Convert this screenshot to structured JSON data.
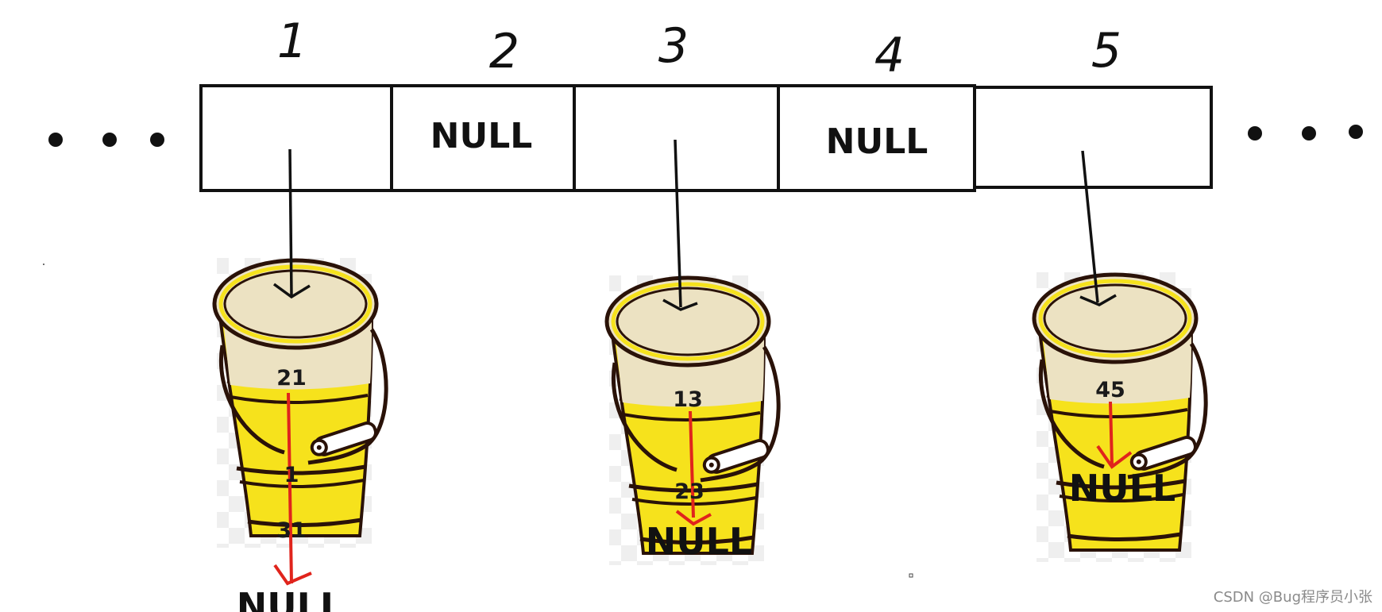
{
  "slots": [
    {
      "index": "1",
      "content": ""
    },
    {
      "index": "2",
      "content": "NULL"
    },
    {
      "index": "3",
      "content": ""
    },
    {
      "index": "4",
      "content": "NULL"
    },
    {
      "index": "5",
      "content": ""
    }
  ],
  "buckets": [
    {
      "slot": "1",
      "values": [
        "21",
        "1",
        "31"
      ],
      "end": "NULL"
    },
    {
      "slot": "3",
      "values": [
        "13",
        "23"
      ],
      "end": "NULL"
    },
    {
      "slot": "5",
      "values": [
        "45"
      ],
      "end": "NULL"
    }
  ],
  "colors": {
    "bucket_yellow": "#f6e21c",
    "bucket_inside": "#ece2c2",
    "outline": "#2a1208",
    "pointer": "#111111",
    "chain_arrow": "#e0241c"
  },
  "watermark": "CSDN @Bug程序员小张"
}
